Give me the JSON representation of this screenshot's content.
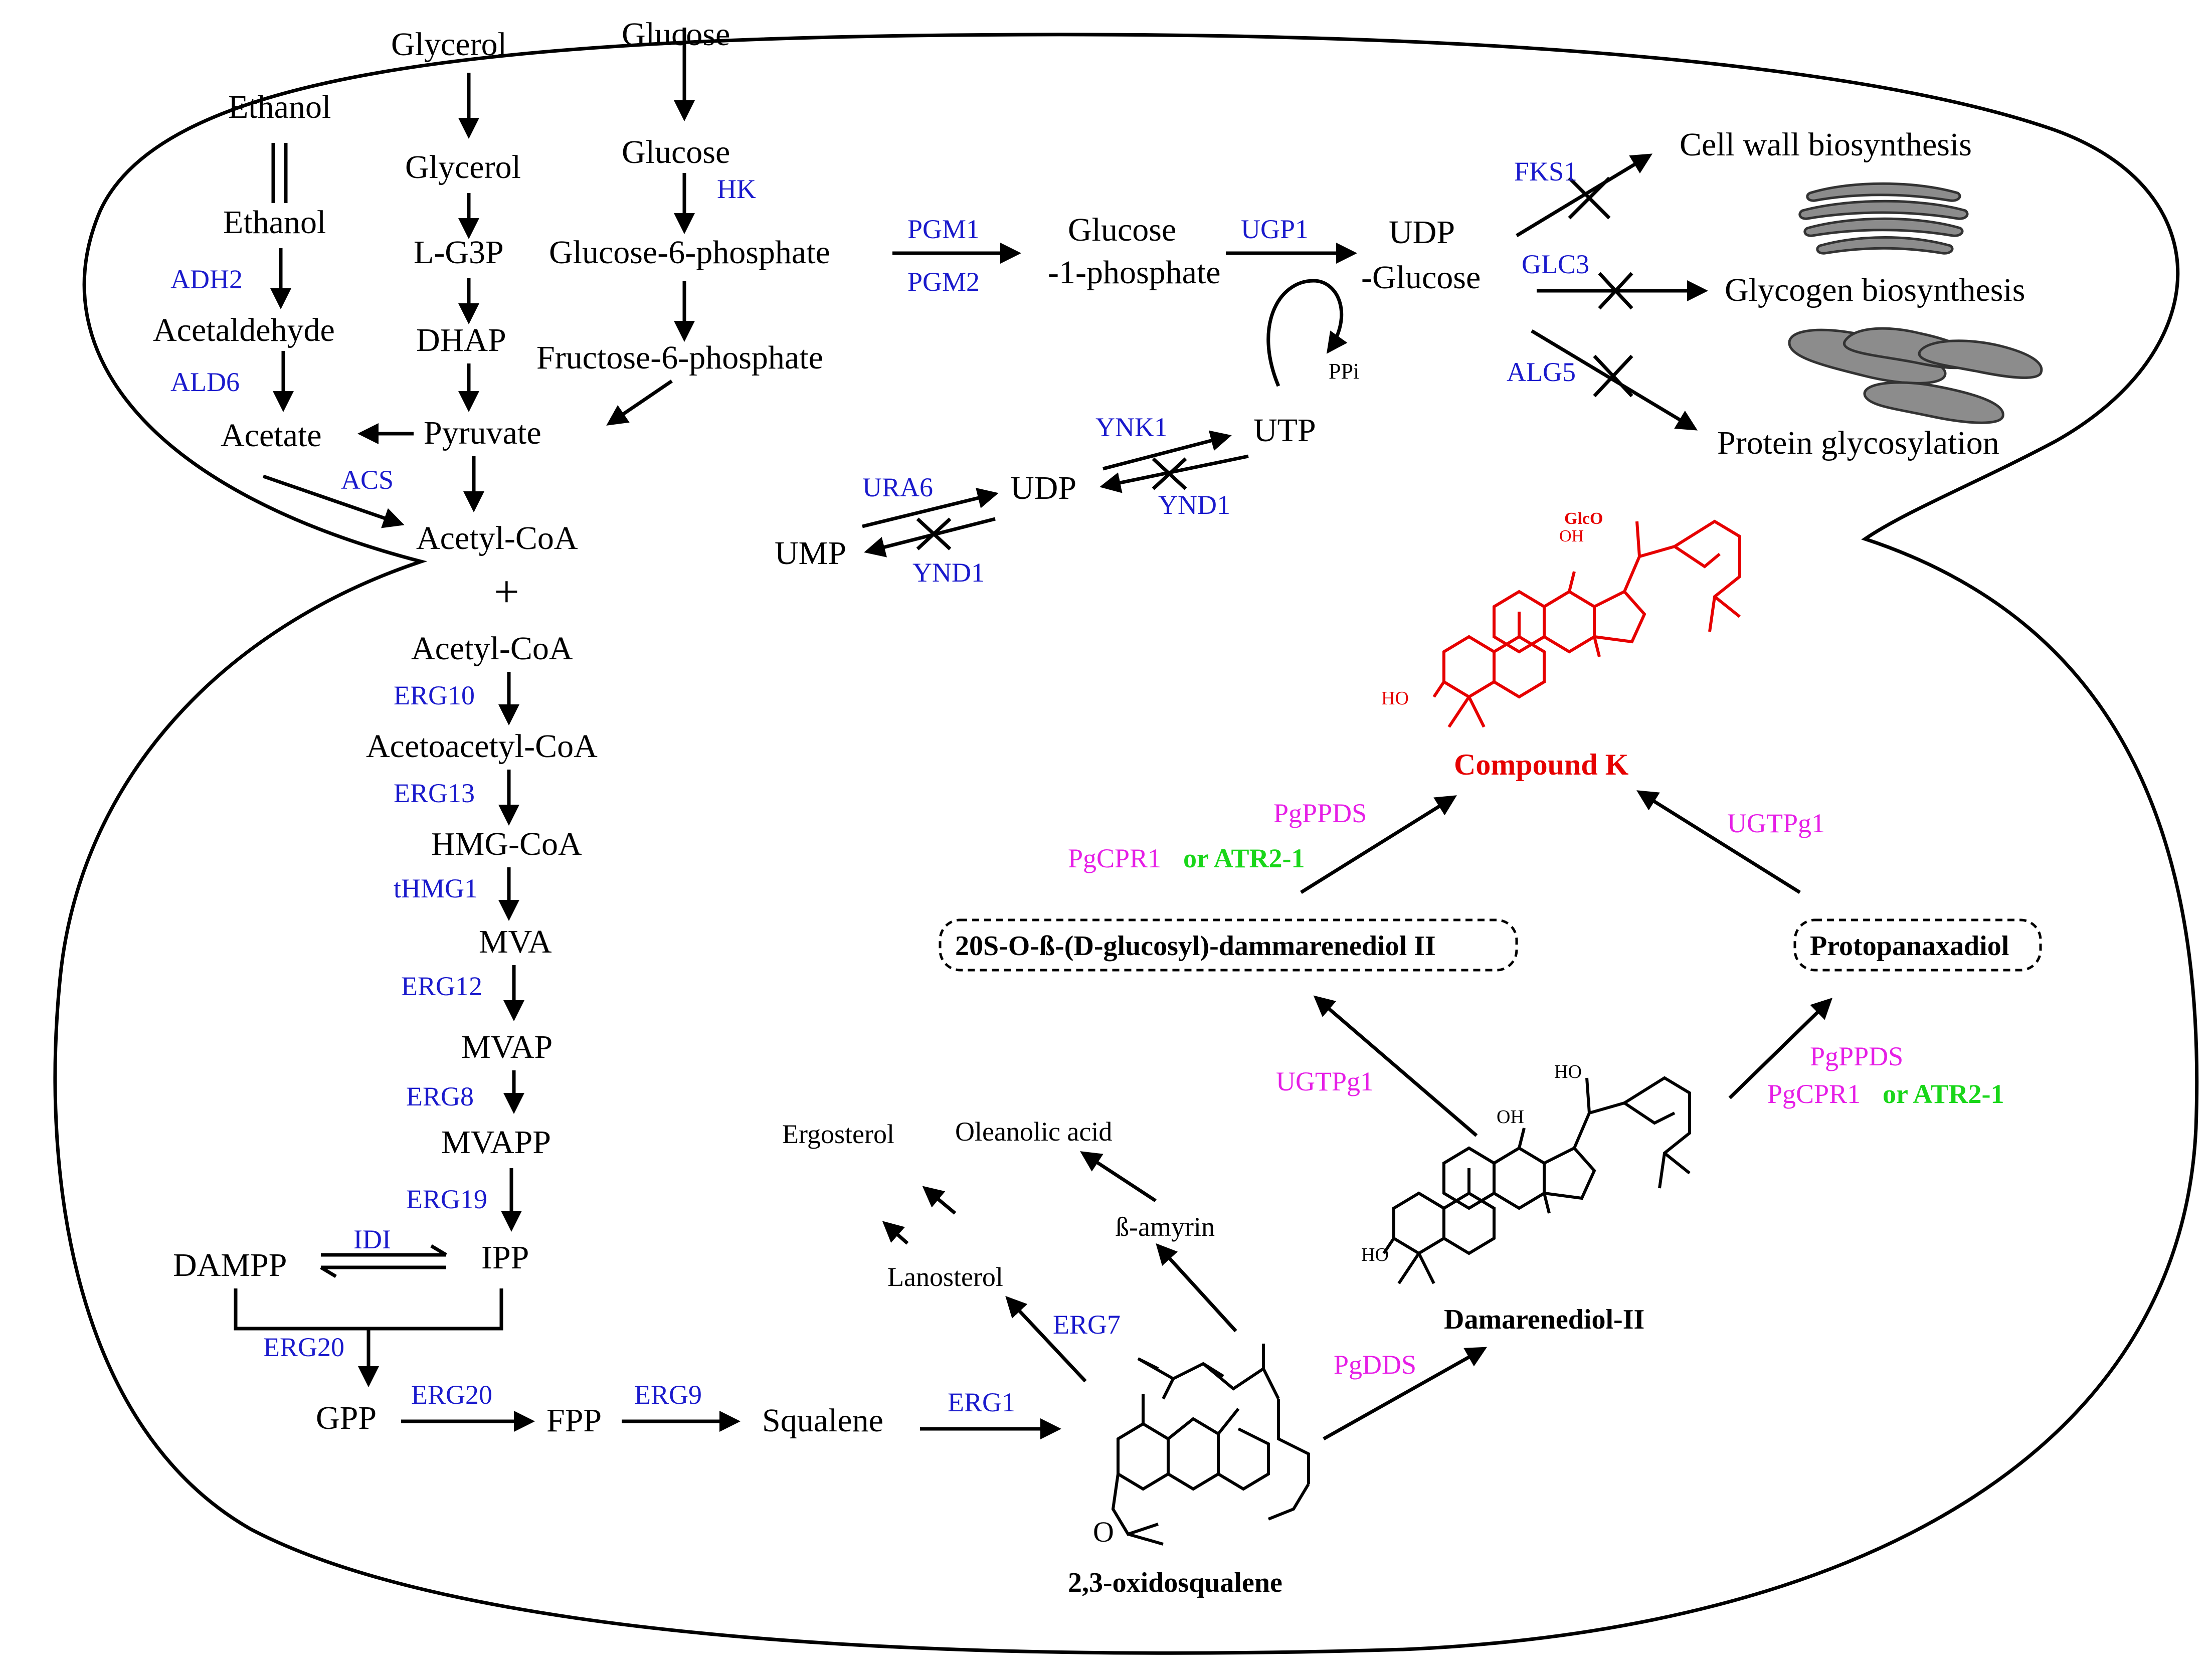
{
  "feedstocks": {
    "glycerol": "Glycerol",
    "glucose": "Glucose",
    "ethanol": "Ethanol"
  },
  "metabolites": {
    "ethanol_in": "Ethanol",
    "acetaldehyde": "Acetaldehyde",
    "acetate": "Acetate",
    "glycerol_in": "Glycerol",
    "lg3p": "L-G3P",
    "dhap": "DHAP",
    "pyruvate": "Pyruvate",
    "glucose_in": "Glucose",
    "g6p": "Glucose-6-phosphate",
    "f6p": "Fructose-6-phosphate",
    "g1p_line1": "Glucose",
    "g1p_line2": "-1-phosphate",
    "udpg_line1": "UDP",
    "udpg_line2": "-Glucose",
    "ppi": "PPi",
    "utp": "UTP",
    "udp": "UDP",
    "ump": "UMP",
    "acetyl_coa_1": "Acetyl-CoA",
    "plus": "+",
    "acetyl_coa_2": "Acetyl-CoA",
    "acetoacetyl_coa": "Acetoacetyl-CoA",
    "hmg_coa": "HMG-CoA",
    "mva": "MVA",
    "mvap": "MVAP",
    "mvapp": "MVAPP",
    "dampp": "DAMPP",
    "ipp": "IPP",
    "gpp": "GPP",
    "fpp": "FPP",
    "squalene": "Squalene",
    "ergosterol": "Ergosterol",
    "oleanolic_acid": "Oleanolic acid",
    "lanosterol": "Lanosterol",
    "b_amyrin": "ß-amyrin",
    "oxidosqualene": "2,3-oxidosqualene",
    "damarenediol": "Damarenediol-II",
    "compound_k": "Compound K",
    "glucosyl_dammarenediol": "20S-O-ß-(D-glucosyl)-dammarenediol II",
    "protopanaxadiol": "Protopanaxadiol"
  },
  "enzymes": {
    "adh2": "ADH2",
    "ald6": "ALD6",
    "acs": "ACS",
    "hk": "HK",
    "pgm1": "PGM1",
    "pgm2": "PGM2",
    "ugp1": "UGP1",
    "fks1": "FKS1",
    "glc3": "GLC3",
    "alg5": "ALG5",
    "ynk1": "YNK1",
    "ynd1_a": "YND1",
    "ura6": "URA6",
    "ynd1_b": "YND1",
    "erg10": "ERG10",
    "erg13": "ERG13",
    "thmg1": "tHMG1",
    "erg12": "ERG12",
    "erg8": "ERG8",
    "erg19": "ERG19",
    "idi": "IDI",
    "erg20_a": "ERG20",
    "erg20_b": "ERG20",
    "erg9": "ERG9",
    "erg1": "ERG1",
    "erg7": "ERG7"
  },
  "heterologous": {
    "pgdds": "PgDDS",
    "ugtpg1_a": "UGTPg1",
    "ugtpg1_b": "UGTPg1",
    "pgppds_a": "PgPPDS",
    "pgcpr1_a": "PgCPR1",
    "or_atr_a": "or ATR2-1",
    "pgppds_b": "PgPPDS",
    "pgcpr1_b": "PgCPR1",
    "or_atr_b": "or ATR2-1"
  },
  "sinks": {
    "cell_wall": "Cell wall biosynthesis",
    "glycogen": "Glycogen biosynthesis",
    "protein_glyc": "Protein glycosylation"
  },
  "structure_labels": {
    "ho_k": "HO",
    "glco": "GlcO",
    "oh_k": "OH",
    "ho_d": "HO",
    "oh_d": "OH",
    "ho_d_top": "HO",
    "o_ox": "O"
  },
  "colors": {
    "enzyme": "#1a1acc",
    "heterologous": "#e61ee6",
    "alternative": "#19d619",
    "product": "#e60000"
  }
}
